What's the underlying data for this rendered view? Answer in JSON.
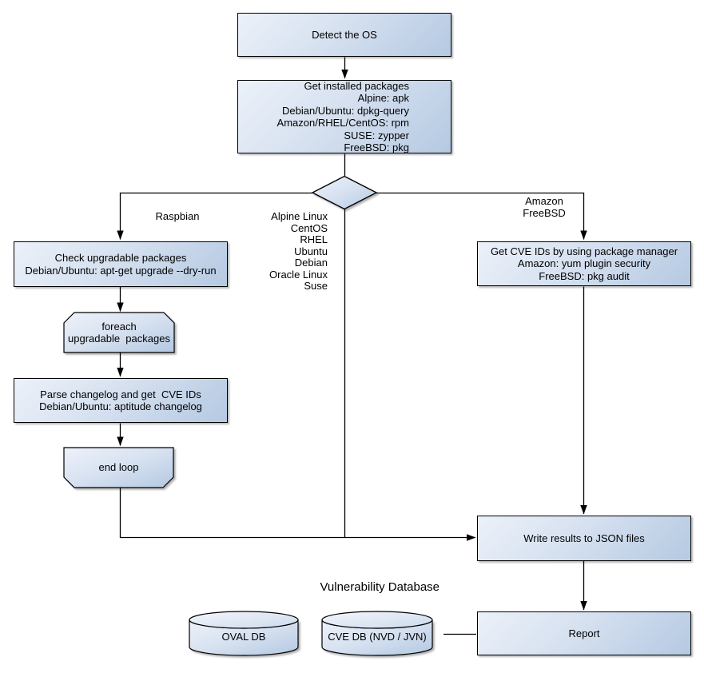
{
  "nodes": {
    "detect_os": "Detect the OS",
    "get_installed_packages": "Get installed packages\nAlpine: apk\nDebian/Ubuntu: dpkg-query\nAmazon/RHEL/CentOS: rpm\nSUSE: zypper\nFreeBSD: pkg",
    "check_upgradable": "Check upgradable packages\nDebian/Ubuntu: apt-get upgrade --dry-run",
    "foreach_loop": "foreach\nupgradable  packages",
    "parse_changelog": "Parse changelog and get  CVE IDs\nDebian/Ubuntu: aptitude changelog",
    "end_loop": "end loop",
    "get_cve_ids": "Get CVE IDs by using package manager\nAmazon: yum plugin security\nFreeBSD: pkg audit",
    "write_results": "Write results to JSON files",
    "report": "Report"
  },
  "edge_labels": {
    "raspbian": "Raspbian",
    "direct_os_list": "Alpine Linux\nCentOS\nRHEL\nUbuntu\nDebian\nOracle Linux\nSuse",
    "amazon_freebsd": "Amazon\nFreeBSD"
  },
  "vulnerability_database": {
    "title": "Vulnerability Database",
    "oval_db": "OVAL DB",
    "cve_db": "CVE DB (NVD / JVN)"
  },
  "colors": {
    "node_fill_light": "#ecf1f9",
    "node_fill_dark": "#b5c9e2",
    "node_border": "#000000",
    "connector": "#000000",
    "container_fill": "#f0f0f0",
    "container_header": "#f7f7f7"
  }
}
